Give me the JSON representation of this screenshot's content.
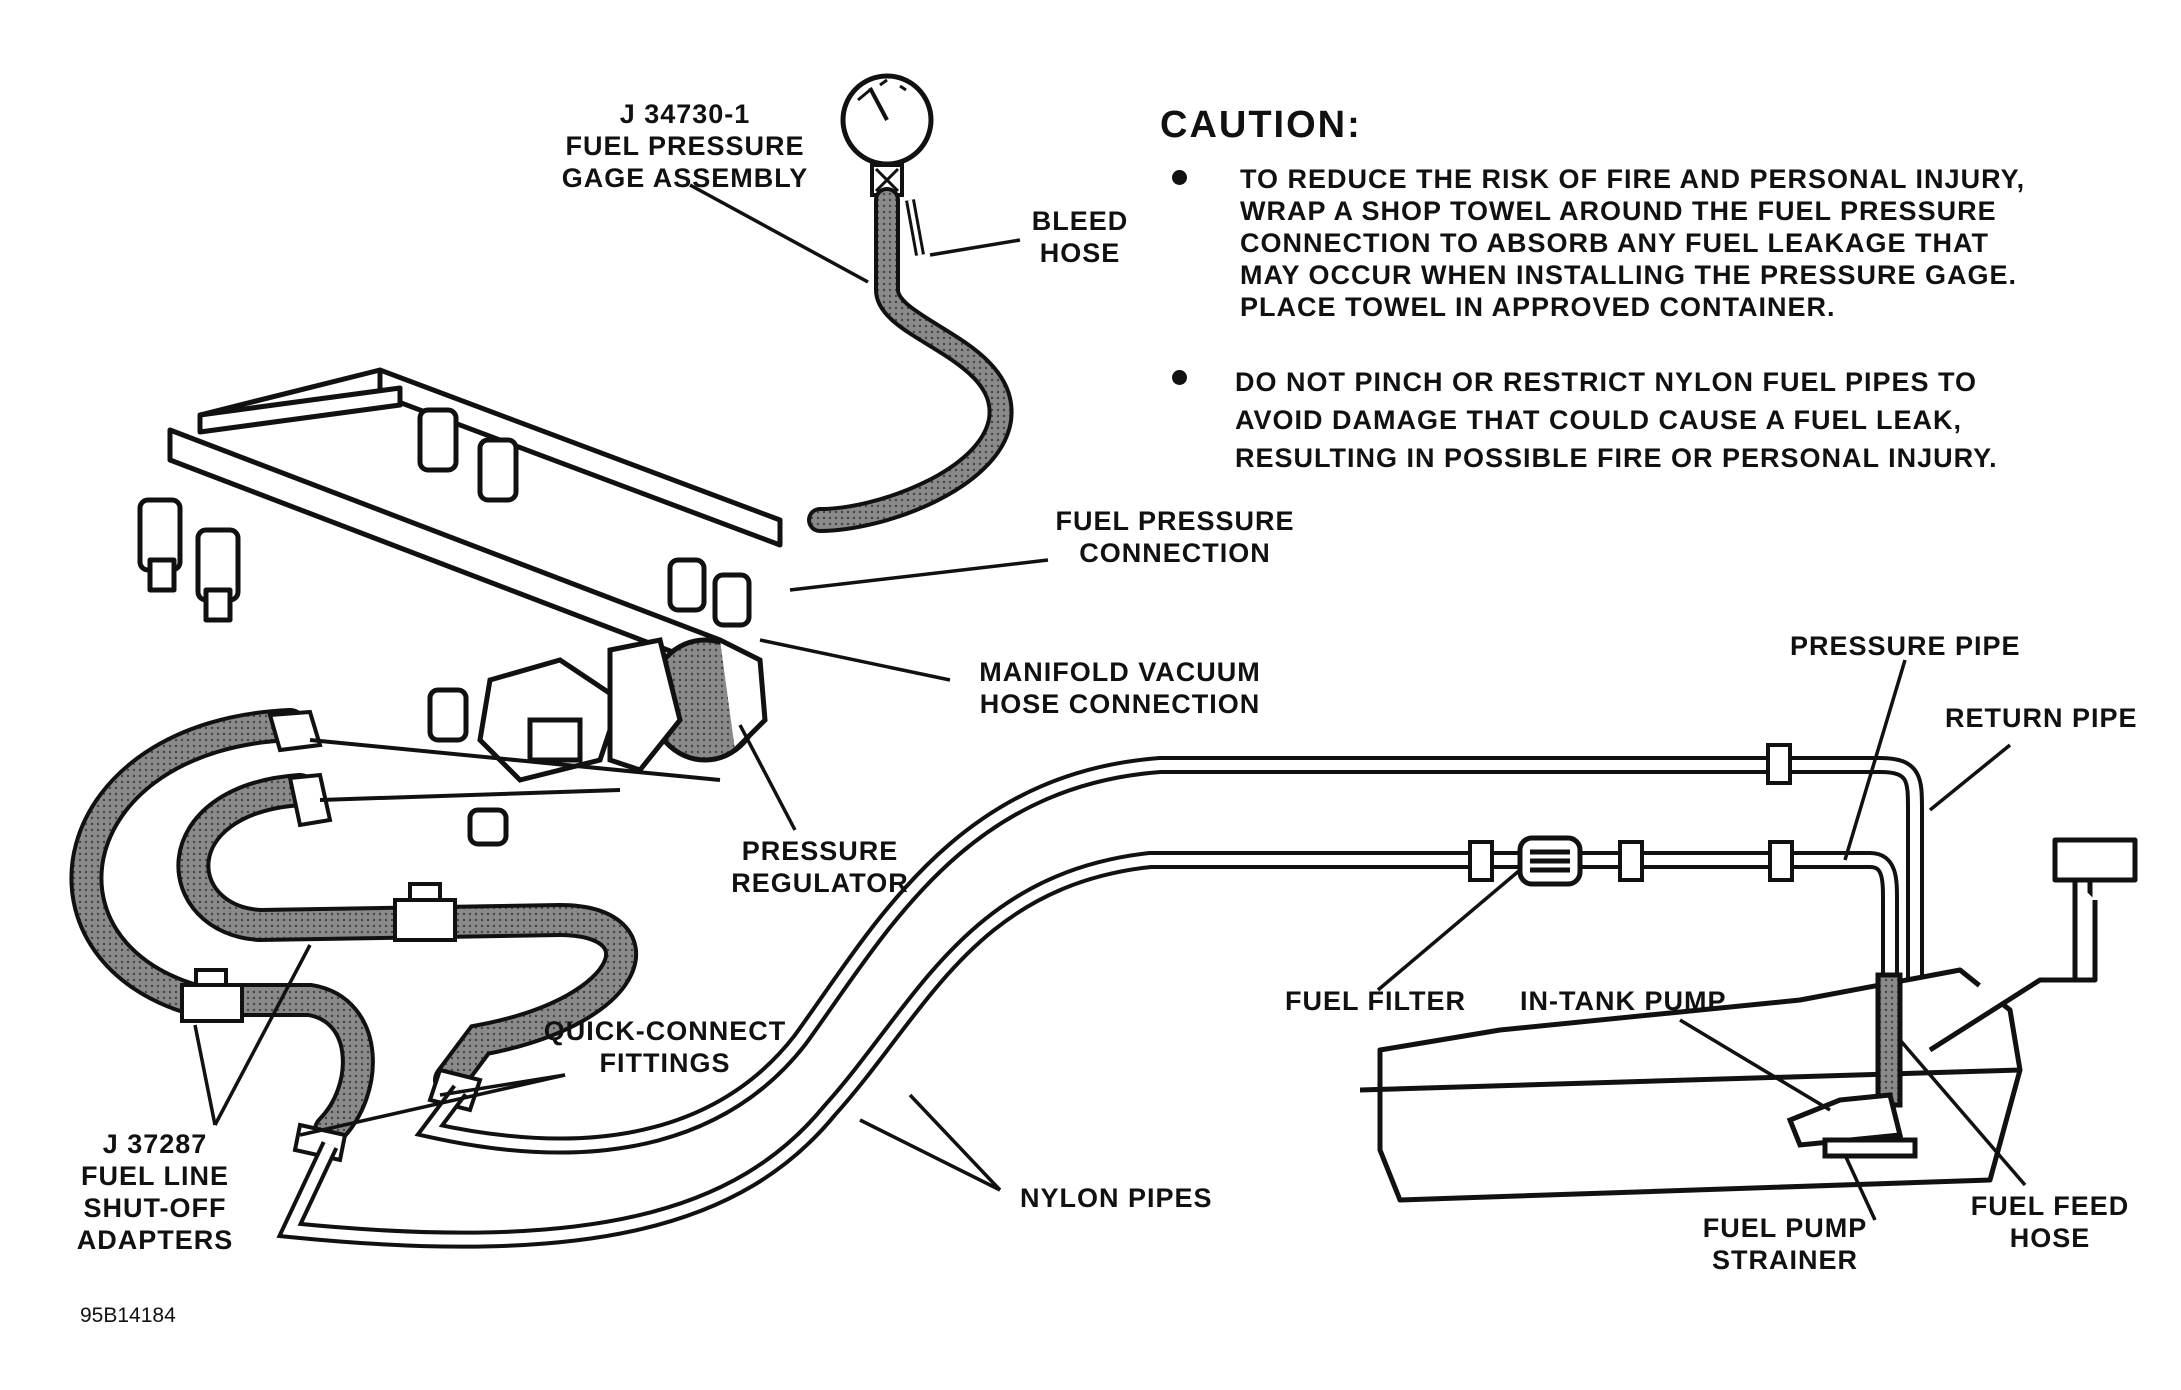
{
  "labels": {
    "gage_assembly": [
      "J 34730-1",
      "FUEL PRESSURE",
      "GAGE ASSEMBLY"
    ],
    "bleed_hose": [
      "BLEED",
      "HOSE"
    ],
    "fuel_pressure_connection": [
      "FUEL PRESSURE",
      "CONNECTION"
    ],
    "manifold_vacuum": [
      "MANIFOLD VACUUM",
      "HOSE CONNECTION"
    ],
    "pressure_regulator": [
      "PRESSURE",
      "REGULATOR"
    ],
    "quick_connect": [
      "QUICK-CONNECT",
      "FITTINGS"
    ],
    "shutoff_adapters": [
      "J 37287",
      "FUEL LINE",
      "SHUT-OFF",
      "ADAPTERS"
    ],
    "nylon_pipes": "NYLON PIPES",
    "pressure_pipe": "PRESSURE PIPE",
    "return_pipe": "RETURN PIPE",
    "fuel_filter": "FUEL FILTER",
    "in_tank_pump": "IN-TANK PUMP",
    "fuel_pump_strainer": [
      "FUEL PUMP",
      "STRAINER"
    ],
    "fuel_feed_hose": [
      "FUEL FEED",
      "HOSE"
    ]
  },
  "caution": {
    "title": "CAUTION:",
    "items": [
      [
        "TO REDUCE THE RISK OF FIRE AND PERSONAL INJURY,",
        "WRAP A SHOP TOWEL AROUND THE FUEL PRESSURE",
        "CONNECTION TO ABSORB ANY FUEL LEAKAGE THAT",
        "MAY OCCUR WHEN INSTALLING THE PRESSURE GAGE.",
        "PLACE TOWEL IN APPROVED CONTAINER."
      ],
      [
        "DO NOT PINCH OR RESTRICT NYLON FUEL PIPES TO",
        "AVOID DAMAGE THAT COULD CAUSE A FUEL LEAK,",
        "RESULTING IN POSSIBLE FIRE OR PERSONAL INJURY."
      ]
    ]
  },
  "figure_id": "95B14184",
  "colors": {
    "ink": "#111111",
    "hose_fill": "#8a8a8a",
    "paper": "#ffffff"
  }
}
